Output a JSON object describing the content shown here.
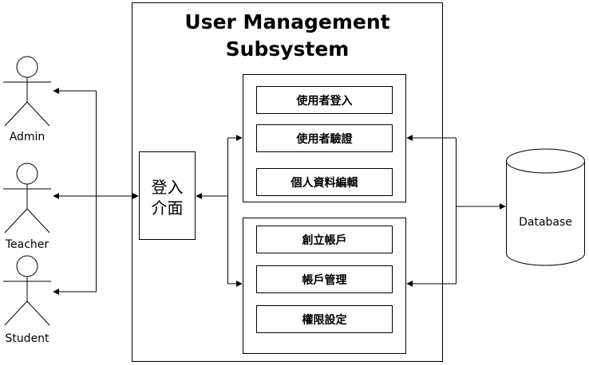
{
  "subsystem": {
    "title_line1": "User Management",
    "title_line2": "Subsystem"
  },
  "actors": [
    {
      "label": "Admin"
    },
    {
      "label": "Teacher"
    },
    {
      "label": "Student"
    }
  ],
  "login_interface": {
    "line1": "登入",
    "line2": "介面"
  },
  "group_user": {
    "items": [
      "使用者登入",
      "使用者驗證",
      "個人資料編輯"
    ]
  },
  "group_account": {
    "items": [
      "創立帳戶",
      "帳戶管理",
      "權限設定"
    ]
  },
  "database": {
    "label": "Database"
  }
}
